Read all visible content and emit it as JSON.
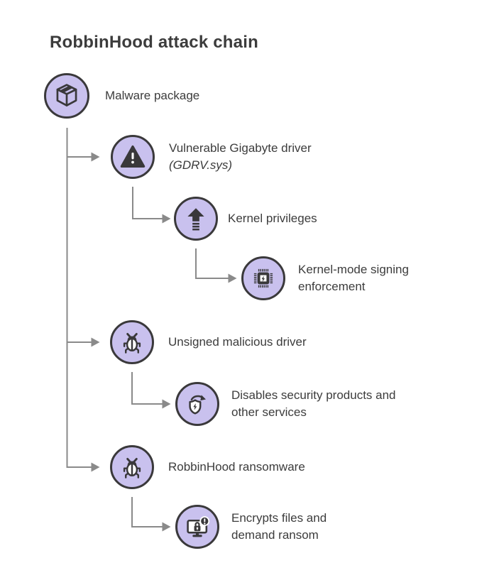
{
  "title": "RobbinHood attack chain",
  "colors": {
    "node_fill": "#c9c1ee",
    "node_outline": "#3a393b",
    "icon_dark": "#39383a",
    "connector_gray": "#8a8a8a",
    "text": "#3c3c3c",
    "background": "#ffffff"
  },
  "nodes": [
    {
      "id": "malware-package",
      "icon": "package-icon",
      "label": "Malware package"
    },
    {
      "id": "vulnerable-gigabyte-driver",
      "icon": "warning-icon",
      "label": "Vulnerable Gigabyte driver",
      "sublabel": "(GDRV.sys)"
    },
    {
      "id": "kernel-privileges",
      "icon": "arrow-up-icon",
      "label": "Kernel privileges"
    },
    {
      "id": "kernel-mode-signing-enforcement",
      "icon": "cpu-chip-icon",
      "label": "Kernel-mode signing\nenforcement"
    },
    {
      "id": "unsigned-malicious-driver",
      "icon": "bug-icon",
      "label": "Unsigned malicious driver"
    },
    {
      "id": "disables-security-products",
      "icon": "shield-refresh-icon",
      "label": "Disables security products and\nother services"
    },
    {
      "id": "robbinhood-ransomware",
      "icon": "bug-icon",
      "label": "RobbinHood ransomware"
    },
    {
      "id": "encrypts-files-demand-ransom",
      "icon": "monitor-alert-icon",
      "label": "Encrypts files and\ndemand ransom"
    }
  ]
}
